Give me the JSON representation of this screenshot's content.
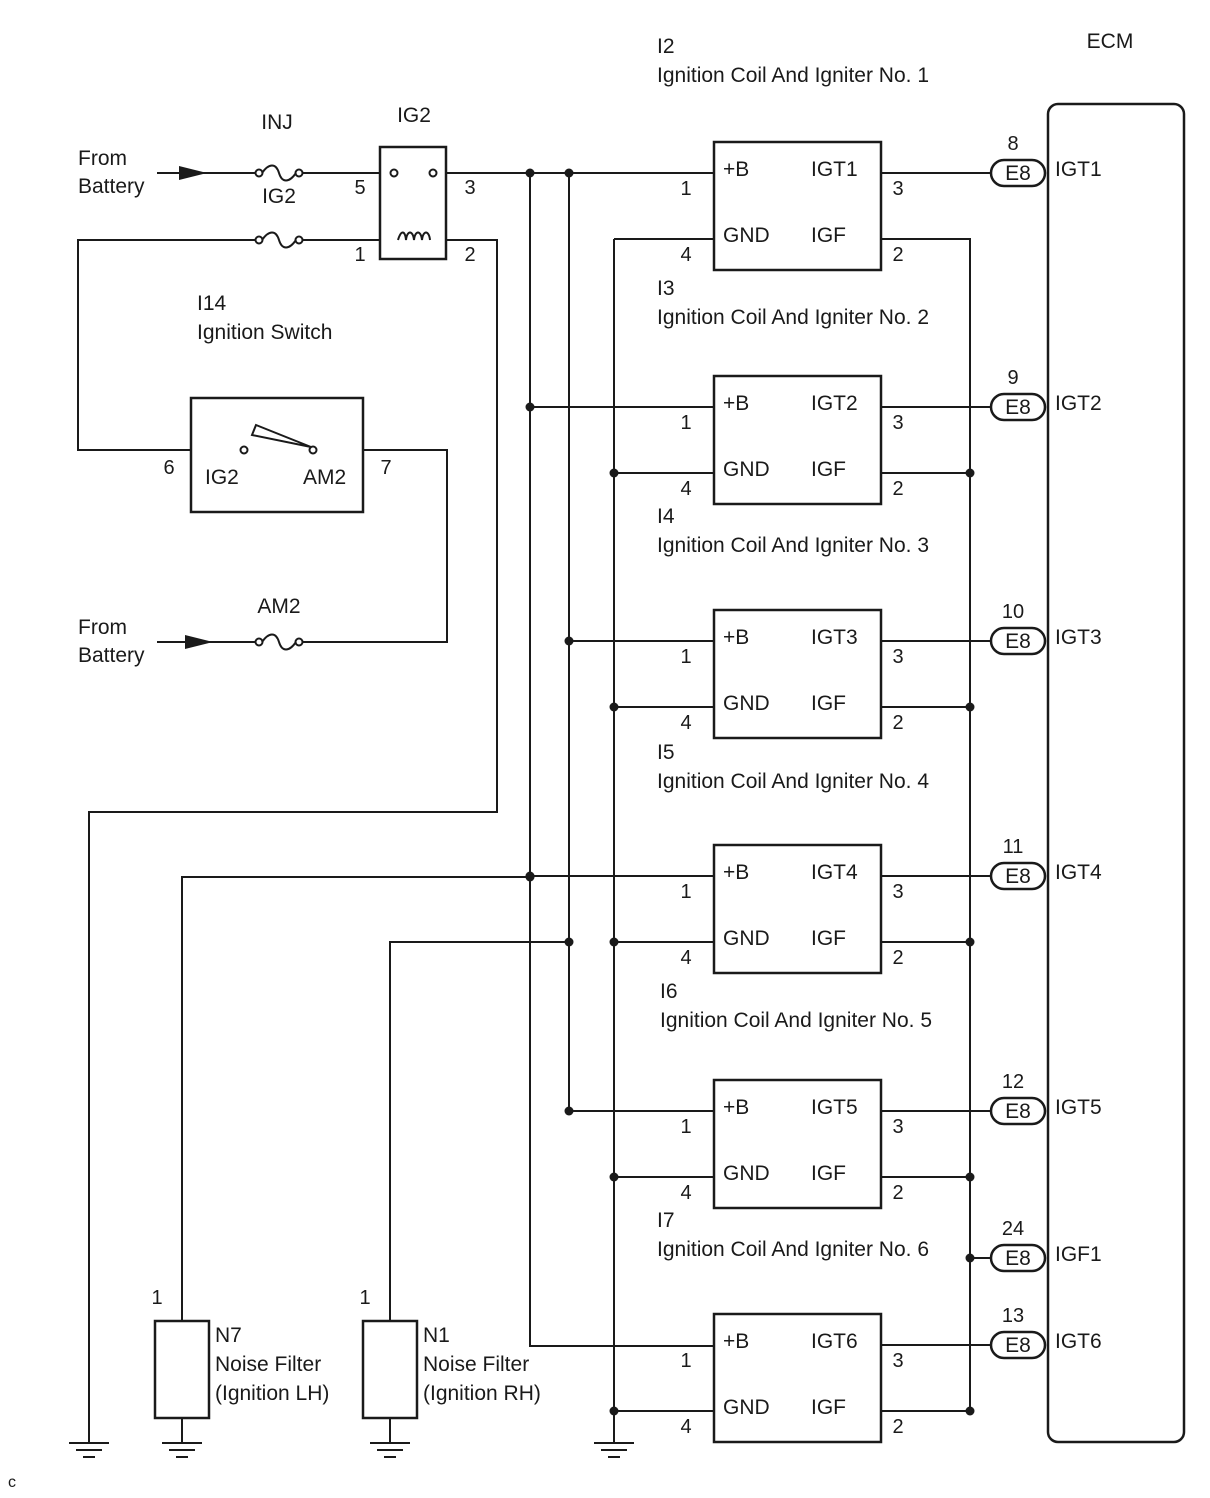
{
  "ecm": {
    "title": "ECM"
  },
  "battery_labels": [
    {
      "line1": "From",
      "line2": "Battery"
    },
    {
      "line1": "From",
      "line2": "Battery"
    }
  ],
  "fuses": {
    "inj": "INJ",
    "ig2": "IG2",
    "am2": "AM2"
  },
  "ig2_relay": {
    "label": "IG2",
    "pins": [
      "5",
      "3",
      "1",
      "2"
    ]
  },
  "ignition_switch": {
    "code": "I14",
    "name": "Ignition Switch",
    "terminal_left": "IG2",
    "terminal_right": "AM2",
    "pins": [
      "6",
      "7"
    ]
  },
  "coils": [
    {
      "code": "I2",
      "name": "Ignition Coil And Igniter No. 1",
      "igt": "IGT1",
      "ecm_pin": "8",
      "ecm_terminal": "IGT1"
    },
    {
      "code": "I3",
      "name": "Ignition Coil And Igniter No. 2",
      "igt": "IGT2",
      "ecm_pin": "9",
      "ecm_terminal": "IGT2"
    },
    {
      "code": "I4",
      "name": "Ignition Coil And Igniter No. 3",
      "igt": "IGT3",
      "ecm_pin": "10",
      "ecm_terminal": "IGT3"
    },
    {
      "code": "I5",
      "name": "Ignition Coil And Igniter No. 4",
      "igt": "IGT4",
      "ecm_pin": "11",
      "ecm_terminal": "IGT4"
    },
    {
      "code": "I6",
      "name": "Ignition Coil And Igniter No. 5",
      "igt": "IGT5",
      "ecm_pin": "12",
      "ecm_terminal": "IGT5"
    },
    {
      "code": "I7",
      "name": "Ignition Coil And Igniter No. 6",
      "igt": "IGT6",
      "ecm_pin": "13",
      "ecm_terminal": "IGT6"
    }
  ],
  "coil_terminals": {
    "b": "+B",
    "gnd": "GND",
    "igf": "IGF",
    "pin_b": "1",
    "pin_gnd": "4",
    "pin_igt": "3",
    "pin_igf": "2"
  },
  "connector": "E8",
  "igf_input": {
    "pin": "24",
    "terminal": "IGF1"
  },
  "noise_filters": [
    {
      "code": "N7",
      "line1": "Noise Filter",
      "line2": "(Ignition LH)",
      "pin": "1"
    },
    {
      "code": "N1",
      "line1": "Noise Filter",
      "line2": "(Ignition RH)",
      "pin": "1"
    }
  ],
  "corner_mark": "c"
}
